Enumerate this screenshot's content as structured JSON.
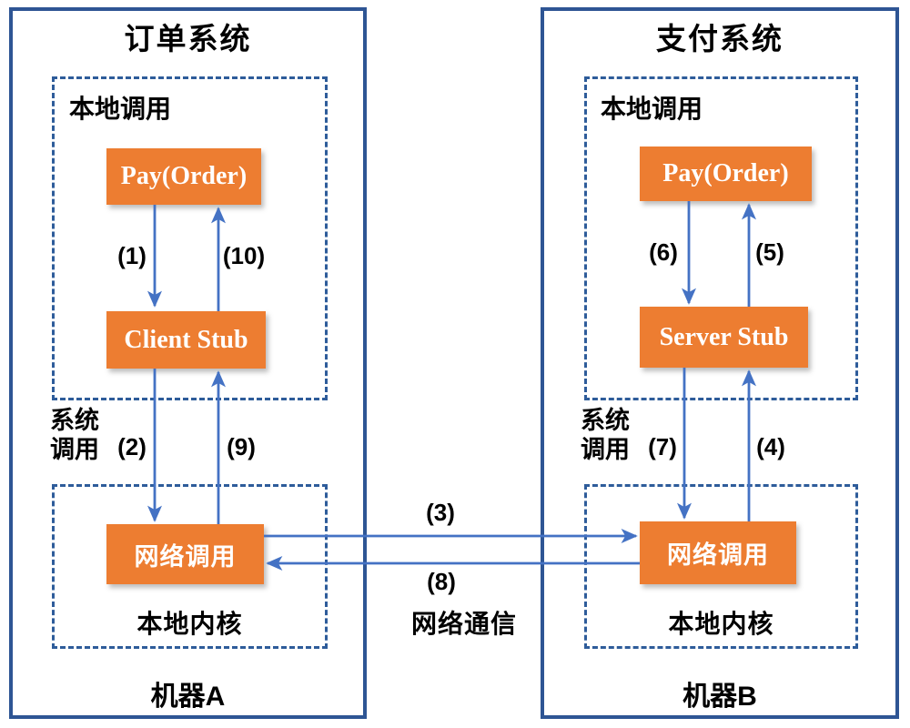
{
  "diagram": {
    "machine_a": {
      "title": "订单系统",
      "machine_label": "机器A",
      "local_region_label": "本地调用",
      "kernel_region_label": "本地内核",
      "syscall_line1": "系统",
      "syscall_line2": "调用",
      "caller_node": "Pay(Order)",
      "stub_node": "Client Stub",
      "network_node": "网络调用"
    },
    "machine_b": {
      "title": "支付系统",
      "machine_label": "机器B",
      "local_region_label": "本地调用",
      "kernel_region_label": "本地内核",
      "syscall_line1": "系统",
      "syscall_line2": "调用",
      "caller_node": "Pay(Order)",
      "stub_node": "Server Stub",
      "network_node": "网络调用"
    },
    "network_label": "网络通信",
    "steps": {
      "s1": "(1)",
      "s2": "(2)",
      "s3": "(3)",
      "s4": "(4)",
      "s5": "(5)",
      "s6": "(6)",
      "s7": "(7)",
      "s8": "(8)",
      "s9": "(9)",
      "s10": "(10)"
    },
    "colors": {
      "node_fill": "#ED7D31",
      "node_text": "#FFFFFF",
      "frame_blue": "#2E5594",
      "dashed_blue": "#2E5C9A",
      "arrow_blue": "#4472C4",
      "text_black": "#000000"
    }
  }
}
